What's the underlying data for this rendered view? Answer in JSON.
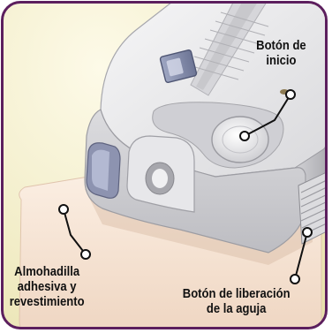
{
  "labels": {
    "start_button": {
      "line1": "Botón de",
      "line2": "inicio"
    },
    "adhesive_pad": {
      "line1": "Almohadilla",
      "line2": "adhesiva y",
      "line3": "revestimiento"
    },
    "needle_release": {
      "line1": "Botón de liberación",
      "line2": "de la aguja"
    }
  },
  "colors": {
    "frame_border": "#5c1f5e",
    "background": "#f2edc8",
    "device_body": "#e4e4e6",
    "adhesive_pad": "#f5e3d3",
    "leader_line": "#111111"
  }
}
